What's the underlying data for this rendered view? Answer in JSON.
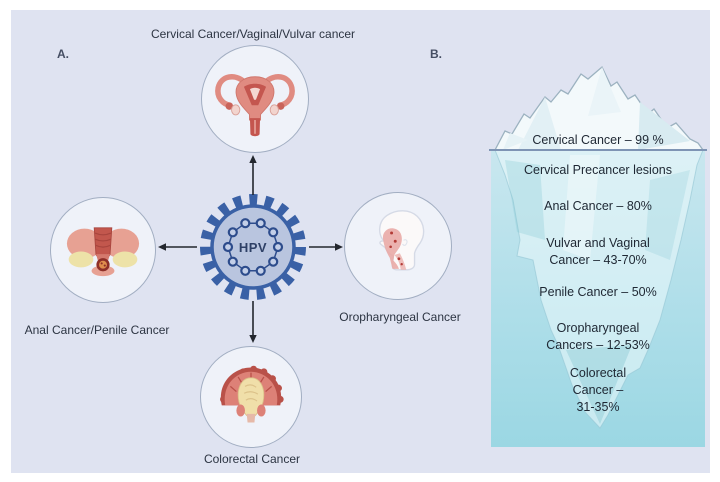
{
  "panel_a": {
    "marker": "A.",
    "title_top": "Cervical Cancer/Vaginal/Vulvar cancer",
    "label_left": "Anal Cancer/Penile  Cancer",
    "label_right": "Oropharyngeal Cancer",
    "label_bottom": "Colorectal Cancer",
    "virus_label": "HPV",
    "icons": {
      "center": "hpv-virion-illustration",
      "top": "uterus-illustration",
      "left": "anorectal-illustration",
      "right": "head-throat-illustration",
      "bottom": "colon-illustration"
    }
  },
  "panel_b": {
    "marker": "B.",
    "icon": "iceberg-illustration",
    "surface_label": "Cervical Cancer – 99 %",
    "submerged_labels": [
      "Cervical Precancer lesions",
      "Anal Cancer – 80%",
      "Vulvar and Vaginal\nCancer – 43-70%",
      "Penile Cancer – 50%",
      "Oropharyngeal\nCancers – 12-53%",
      "Colorectal\nCancer –\n31-35%"
    ]
  },
  "colors": {
    "panel_background": "#dfe3f1",
    "water_top": "#c9e7ef",
    "water_bottom": "#9bd7e3",
    "waterline": "#7e94b4",
    "virus_blue": "#3a61a6",
    "illustration_red": "#c2574d",
    "text": "#1e2733"
  }
}
